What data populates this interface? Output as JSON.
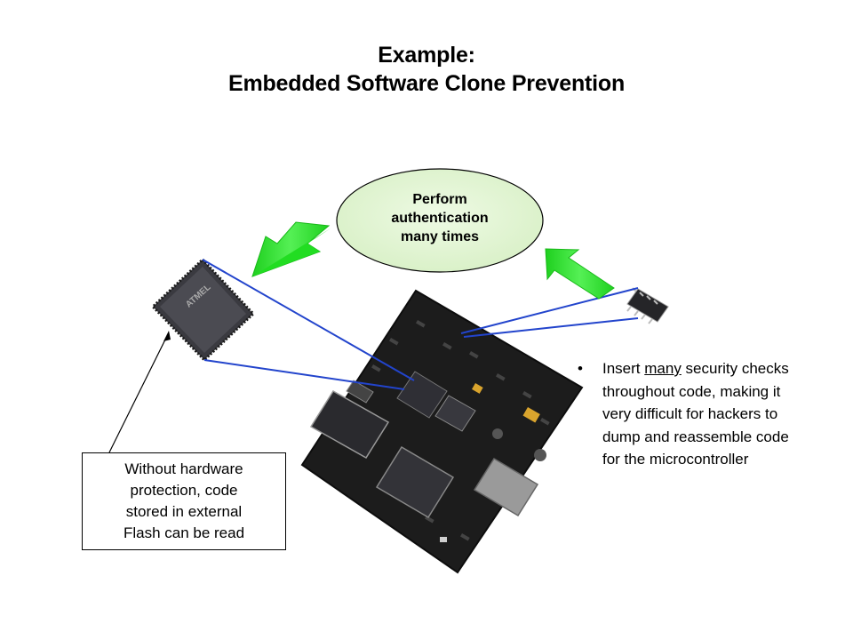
{
  "title": {
    "line1": "Example:",
    "line2": "Embedded Software Clone Prevention"
  },
  "ellipse": {
    "line1": "Perform",
    "line2": "authentication",
    "line3": "many times",
    "fill": "#e2f5d2"
  },
  "callout": {
    "line1": "Without hardware",
    "line2": "protection, code",
    "line3": "stored in external",
    "line4": "Flash can be read"
  },
  "bullet": {
    "marker": "•",
    "part1": "Insert ",
    "part2": "many",
    "part3": " security checks throughout code, making it very difficult for hackers to dump and reassemble code for the microcontroller"
  },
  "chip_label": "ATMEL",
  "colors": {
    "arrow_green": "#22dd22",
    "connector_blue": "#2244cc",
    "board": "#1c1c1c"
  },
  "icons": [
    "green-arrow-left-icon",
    "green-arrow-right-icon"
  ]
}
